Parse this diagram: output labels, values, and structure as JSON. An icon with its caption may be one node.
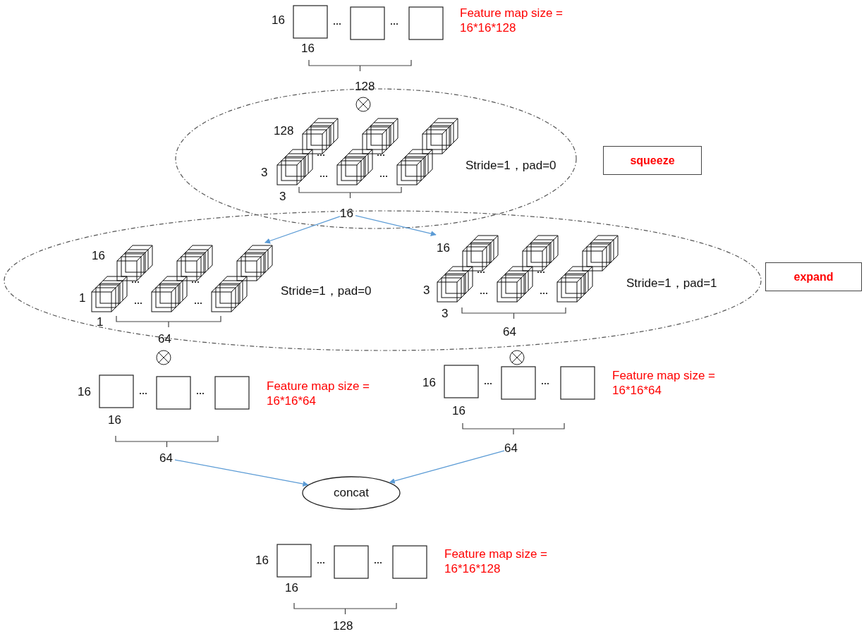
{
  "diagram": {
    "nodes": [
      {
        "text": [
          "squeeze"
        ]
      },
      {
        "text": [
          "expand"
        ]
      },
      {
        "text": [],
        "shape": "ellipse"
      },
      {
        "text": [
          "16"
        ],
        "in": 2
      },
      {
        "text": [],
        "shape": "ellipse"
      },
      {
        "text": [],
        "shape": "cube",
        "in": 4
      },
      {
        "text": [],
        "shape": "cube",
        "in": 4
      },
      {
        "text": [
          "64"
        ]
      },
      {
        "text": [
          "64"
        ]
      },
      {
        "text": [
          "concat"
        ]
      }
    ],
    "edges": [
      {
        "from": 3,
        "to": 5,
        "arrow": "to"
      },
      {
        "from": 3,
        "to": 6,
        "arrow": "to"
      },
      {
        "from": 7,
        "to": 9,
        "arrow": "to"
      },
      {
        "from": 8,
        "to": 9,
        "arrow": "to"
      }
    ],
    "labels": [
      "16",
      "Feature map size = 16*16*128",
      "16",
      "128",
      "128",
      "3",
      "Stride=1，pad=0",
      "3",
      "16",
      "1",
      "Stride=1，pad=0",
      "1",
      "64",
      "16",
      "3",
      "Stride=1，pad=1",
      "3",
      "64",
      "16",
      "Feature map size = 16*16*64",
      "16",
      "16",
      "Feature map size = 16*16*64",
      "16",
      "16",
      "Feature map size = 16*16*128",
      "16",
      "128"
    ]
  }
}
